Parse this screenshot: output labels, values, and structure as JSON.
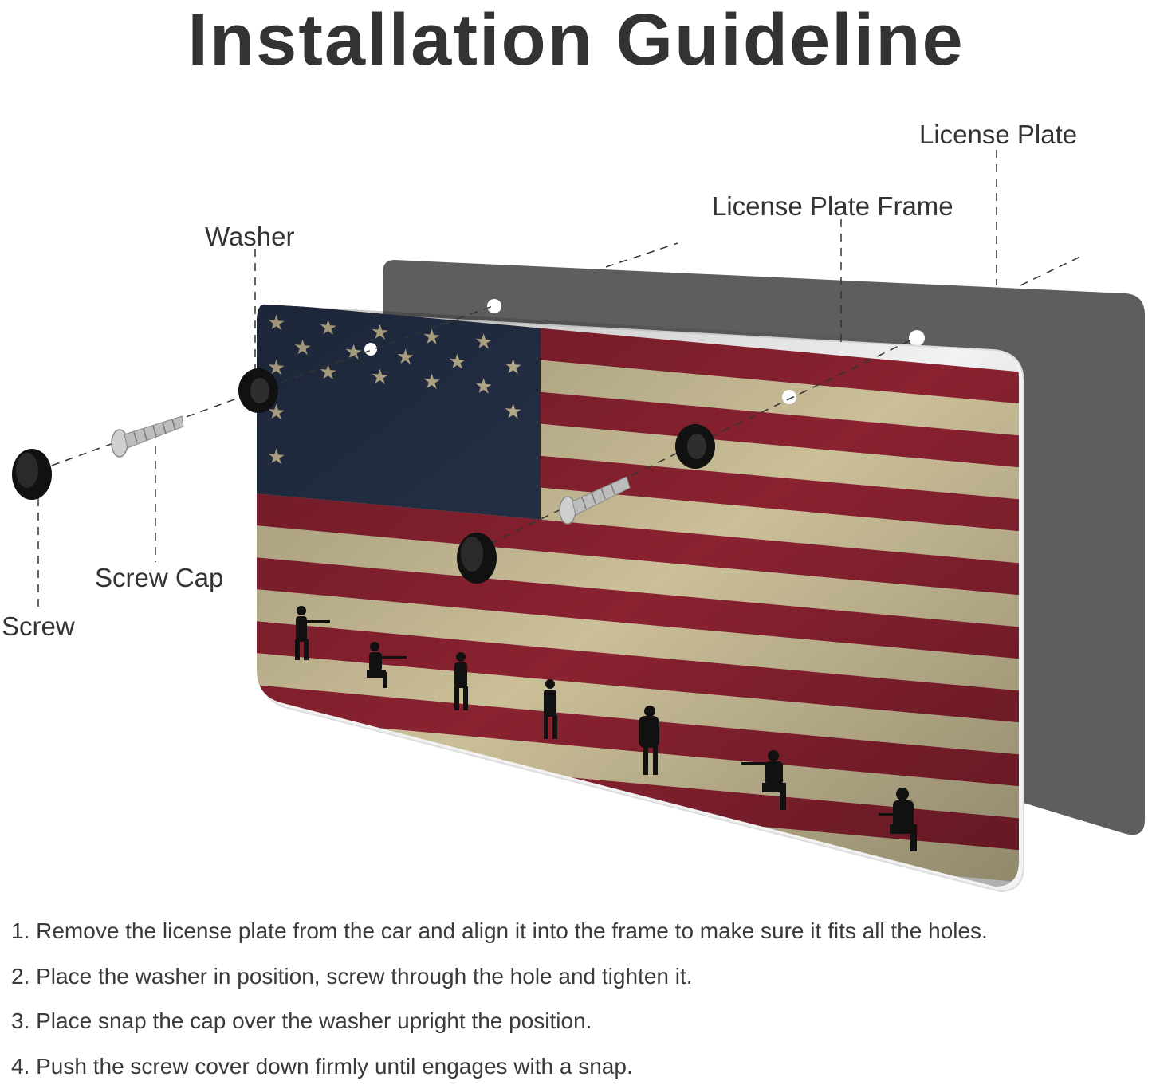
{
  "title": "Installation Guideline",
  "parts": {
    "license_plate": "License Plate",
    "license_plate_frame": "License Plate Frame",
    "washer": "Washer",
    "screw_cap": "Screw Cap",
    "screw": "Screw"
  },
  "steps": [
    "1. Remove the license plate from the car and align it into the frame to make sure it fits all the holes.",
    "2. Place the washer in position, screw through the hole and tighten it.",
    "3. Place snap the cap over the washer upright the position.",
    "4. Push the screw cover down firmly until engages with a snap."
  ],
  "colors": {
    "text": "#333333",
    "plate": "#5e5e5e",
    "flag_red": "#8a2230",
    "flag_cream": "#cbbf98",
    "flag_blue": "#26324a",
    "hardware": "#111111"
  }
}
